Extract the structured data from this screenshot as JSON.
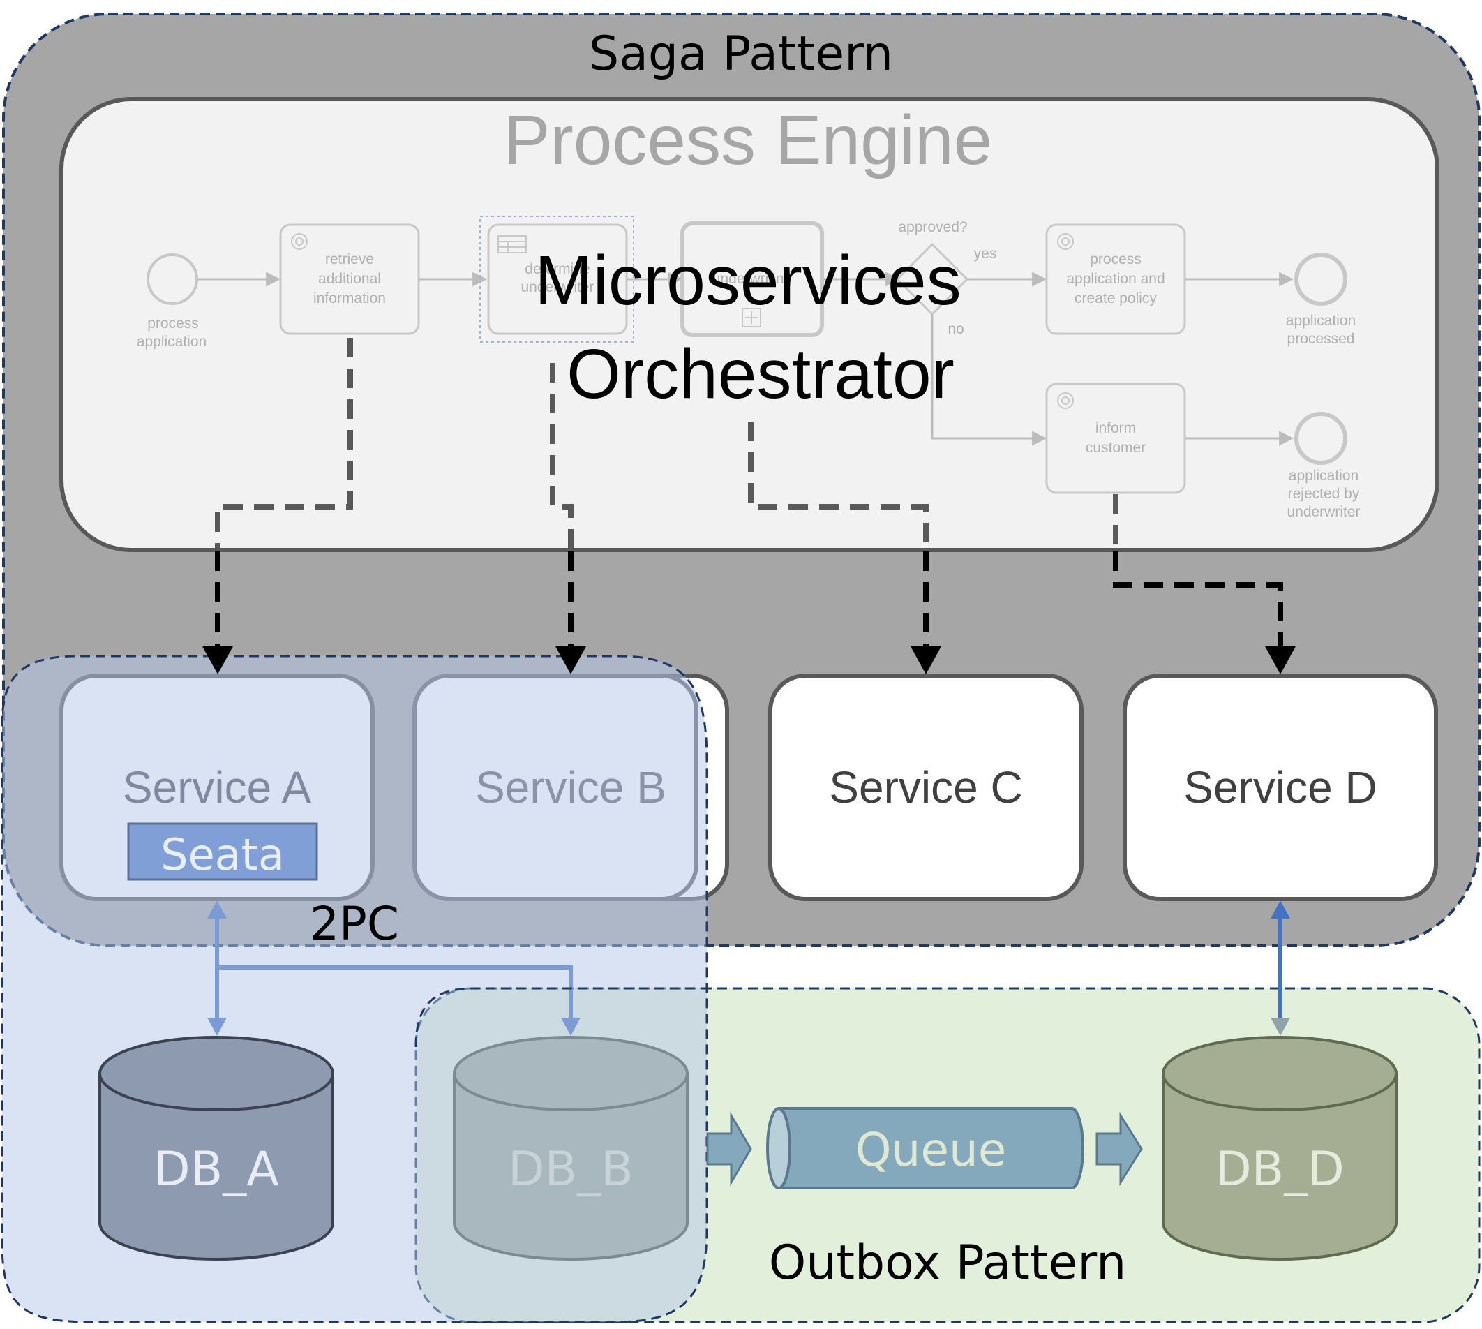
{
  "saga": {
    "title": "Saga Pattern"
  },
  "engine": {
    "title": "Process Engine",
    "overlay_line1": "Microservices",
    "overlay_line2": "Orchestrator"
  },
  "bpmn": {
    "start_label_1": "process",
    "start_label_2": "application",
    "task1_1": "retrieve",
    "task1_2": "additional",
    "task1_3": "information",
    "task2_1": "determine",
    "task2_2": "underwriter",
    "task3": "underwriting",
    "gateway_label": "approved?",
    "yes_label": "yes",
    "no_label": "no",
    "task4_1": "process",
    "task4_2": "application and",
    "task4_3": "create policy",
    "end1_1": "application",
    "end1_2": "processed",
    "task5_1": "inform",
    "task5_2": "customer",
    "end2_1": "application",
    "end2_2": "rejected by",
    "end2_3": "underwriter"
  },
  "services": {
    "a": "Service A",
    "b": "Service B",
    "c": "Service C",
    "d": "Service D",
    "seata": "Seata"
  },
  "twopc": {
    "label": "2PC"
  },
  "databases": {
    "a": "DB_A",
    "b": "DB_B",
    "d": "DB_D"
  },
  "queue": {
    "label": "Queue"
  },
  "outbox": {
    "title": "Outbox Pattern"
  },
  "colors": {
    "saga_bg": "#a6a6a6",
    "engine_bg": "#f2f2f2",
    "twopc_bg": "#b4c7e7",
    "outbox_bg": "#e2efda",
    "seata": "#7f9fd6",
    "queue": "#84a9bd"
  }
}
